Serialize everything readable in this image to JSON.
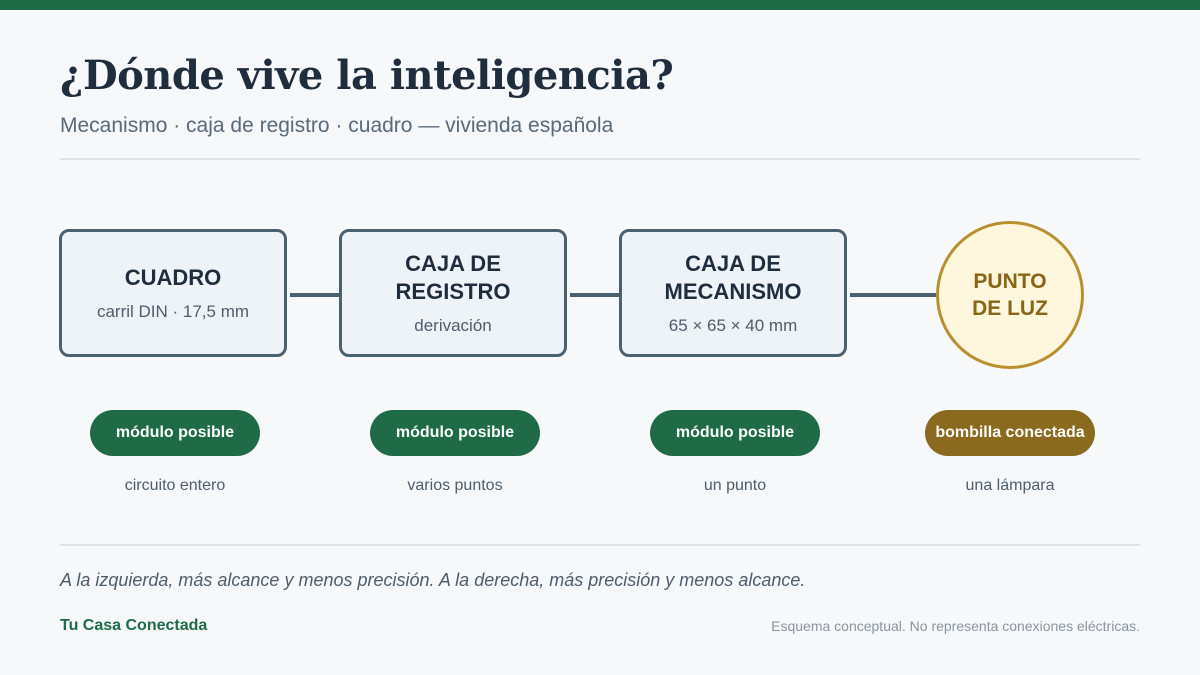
{
  "header": {
    "title": "¿Dónde vive la inteligencia?",
    "subtitle": "Mecanismo · caja de registro · cuadro — vivienda española"
  },
  "nodes": [
    {
      "title_lines": [
        "CUADRO"
      ],
      "sub": "carril DIN · 17,5 mm",
      "badge": "módulo posible",
      "scope": "circuito entero"
    },
    {
      "title_lines": [
        "CAJA DE",
        "REGISTRO"
      ],
      "sub": "derivación",
      "badge": "módulo posible",
      "scope": "varios puntos"
    },
    {
      "title_lines": [
        "CAJA DE",
        "MECANISMO"
      ],
      "sub": "65 × 65 × 40 mm",
      "badge": "módulo posible",
      "scope": "un punto"
    },
    {
      "title_lines": [
        "PUNTO",
        "DE LUZ"
      ],
      "badge": "bombilla conectada",
      "scope": "una lámpara"
    }
  ],
  "footer": {
    "note": "A la izquierda, más alcance y menos precisión. A la derecha, más precisión y menos alcance.",
    "brand": "Tu Casa Conectada",
    "disclaimer": "Esquema conceptual. No representa conexiones eléctricas."
  },
  "colors": {
    "brand_green": "#1f6b48",
    "node_border": "#4a6170",
    "gold": "#b8902f",
    "gold_dark": "#8a6a1f"
  }
}
